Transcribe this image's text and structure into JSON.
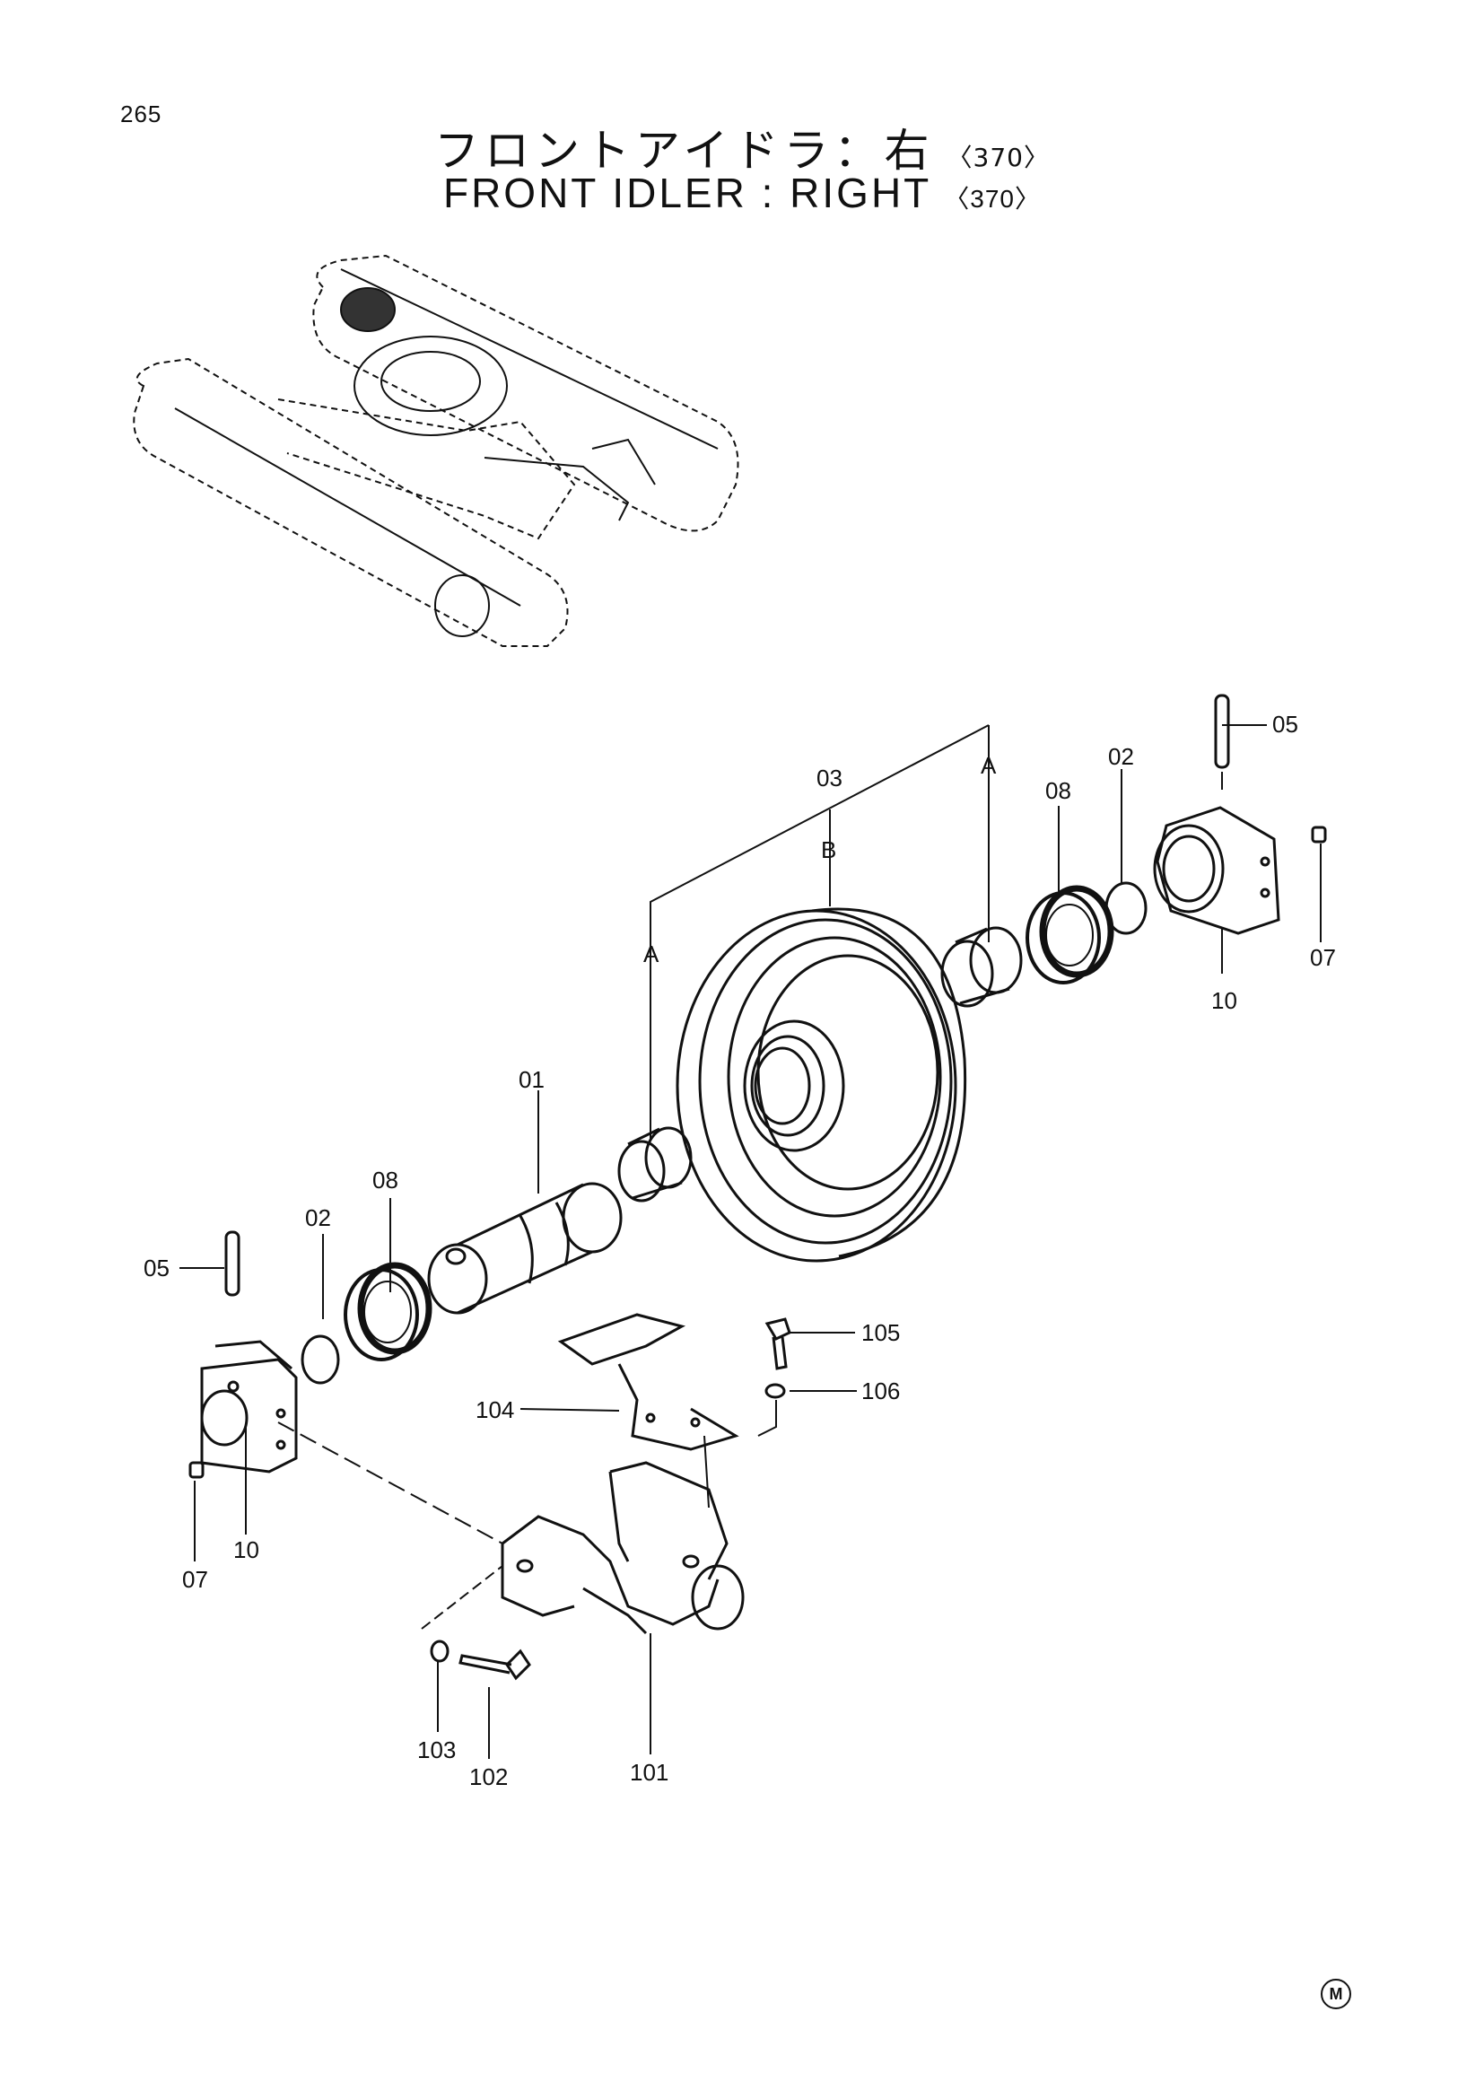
{
  "page_number": "265",
  "title_jp": "フロントアイドラ：右",
  "title_en": "FRONT IDLER : RIGHT",
  "model_tag": "〈370〉",
  "parts": {
    "p01": "01",
    "p02_upper": "02",
    "p02_lower": "02",
    "p03": "03",
    "p05_upper": "05",
    "p05_lower": "05",
    "p07_upper": "07",
    "p07_lower": "07",
    "p08_upper": "08",
    "p08_lower": "08",
    "p10_upper": "10",
    "p10_lower": "10",
    "p101": "101",
    "p102": "102",
    "p103": "103",
    "p104": "104",
    "p105": "105",
    "p106": "106"
  },
  "markers": {
    "a_left": "A",
    "a_right": "A",
    "b": "B"
  },
  "footer_mark": "M"
}
